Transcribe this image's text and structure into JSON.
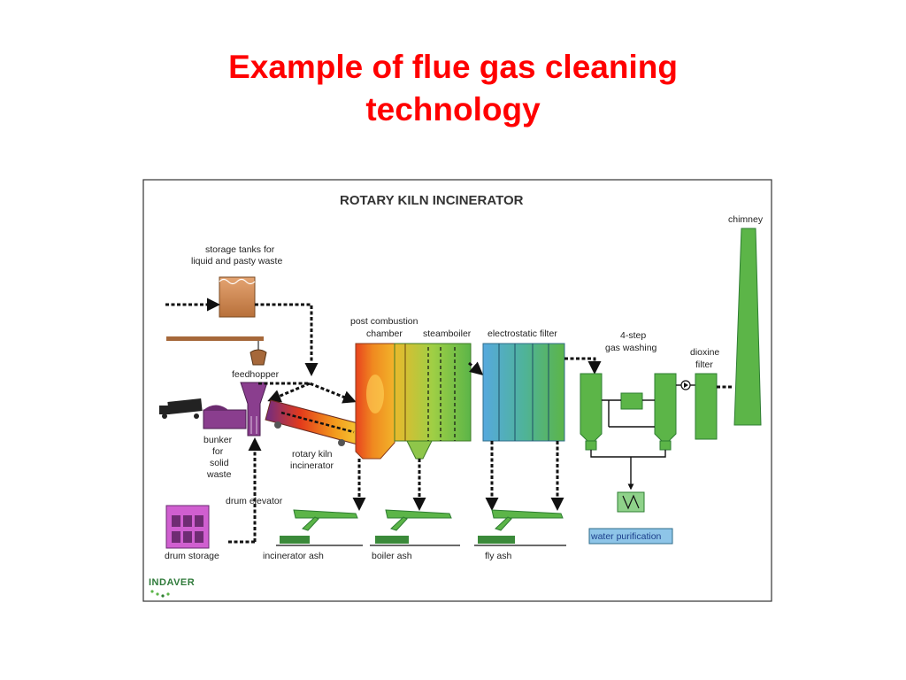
{
  "slide": {
    "title_line1": "Example of flue gas cleaning",
    "title_line2": "technology"
  },
  "diagram": {
    "heading": "ROTARY KILN INCINERATOR",
    "labels": {
      "storage_tanks_1": "storage tanks for",
      "storage_tanks_2": "liquid and pasty waste",
      "feedhopper": "feedhopper",
      "bunker_1": "bunker",
      "bunker_2": "for",
      "bunker_3": "solid",
      "bunker_4": "waste",
      "rotary_kiln_1": "rotary kiln",
      "rotary_kiln_2": "incinerator",
      "drum_elevator": "drum elevator",
      "drum_storage": "drum storage",
      "post_combustion_1": "post combustion",
      "post_combustion_2": "chamber",
      "steamboiler": "steamboiler",
      "electrostatic_filter": "electrostatic filter",
      "gas_washing_1": "4-step",
      "gas_washing_2": "gas washing",
      "dioxine_1": "dioxine",
      "dioxine_2": "filter",
      "chimney": "chimney",
      "water_purification": "water purification",
      "incinerator_ash": "incinerator ash",
      "boiler_ash": "boiler ash",
      "fly_ash": "fly ash",
      "logo": "INDAVER"
    },
    "colors": {
      "title": "#ff0000",
      "green": "#5fb544",
      "green_dark": "#2e7d32",
      "blue": "#5aa9d8",
      "purple": "#7b3f80",
      "kiln_red": "#e33a1c",
      "kiln_orange": "#f7a21b",
      "copper": "#c0773e"
    }
  }
}
